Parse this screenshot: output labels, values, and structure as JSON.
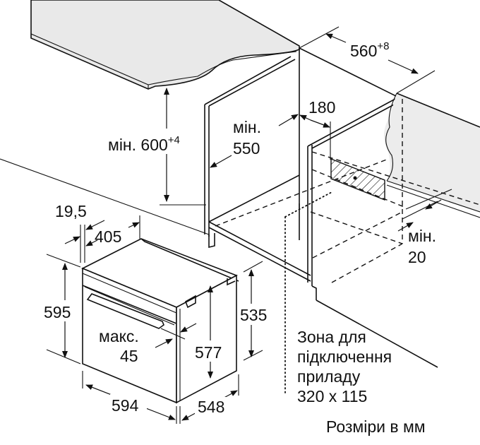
{
  "diagram": {
    "title": "Oven built-in installation dimensions",
    "units_note": "Розміри в мм",
    "colors": {
      "line": "#111111",
      "countertop": "#e9e9e9",
      "background": "#ffffff"
    },
    "cabinet": {
      "width_label": "560",
      "width_tolerance": "+8",
      "niche_height_prefix": "мін.",
      "niche_height": "600",
      "niche_height_tolerance": "+4",
      "depth_prefix": "мін.",
      "depth": "550",
      "side_offset": "180",
      "rear_gap_prefix": "мін.",
      "rear_gap": "20"
    },
    "connection_zone": {
      "line1": "Зона для",
      "line2": "підключення",
      "line3": "приладу",
      "size": "320 x 115"
    },
    "oven": {
      "frame_depth": "19,5",
      "top_depth": "405",
      "front_height": "595",
      "body_height": "577",
      "side_height": "535",
      "front_width": "594",
      "body_depth": "548",
      "max_prefix": "макс.",
      "max_value": "45"
    }
  }
}
